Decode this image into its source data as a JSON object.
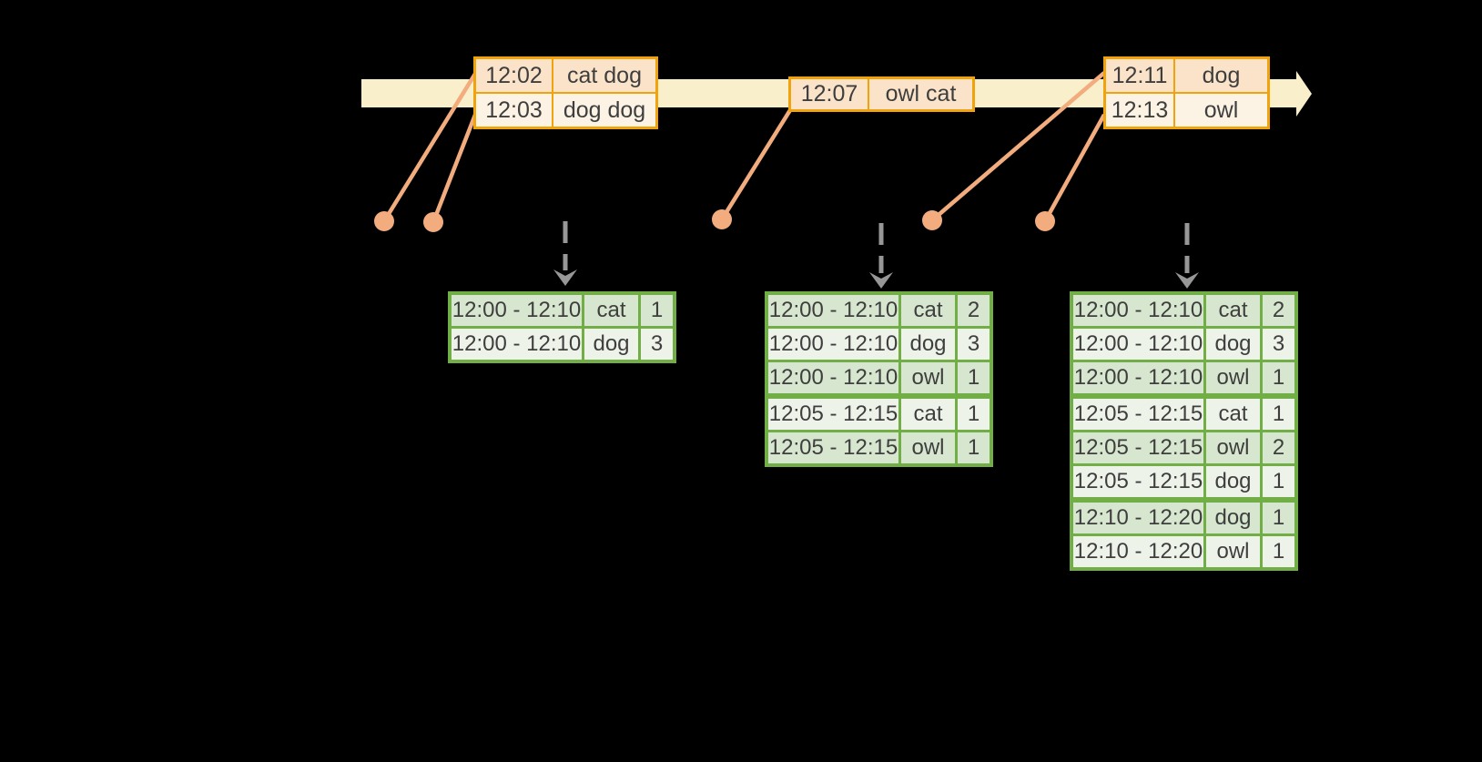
{
  "colors": {
    "background": "#000000",
    "timeline_fill": "#faefcb",
    "event_border": "#f0a30a",
    "event_row_dark": "#fae3c8",
    "event_row_light": "#fcf3e5",
    "connector": "#f2ac7d",
    "table_border": "#72ae46",
    "table_row_dark": "#d7e6ce",
    "table_row_light": "#eef3ea",
    "arrow_gray": "#979797",
    "text": "#3e3e3e"
  },
  "event_boxes": [
    {
      "rows": [
        {
          "time": "12:02",
          "words": "cat dog"
        },
        {
          "time": "12:03",
          "words": "dog dog"
        }
      ]
    },
    {
      "rows": [
        {
          "time": "12:07",
          "words": "owl cat"
        }
      ]
    },
    {
      "rows": [
        {
          "time": "12:11",
          "words": "dog"
        },
        {
          "time": "12:13",
          "words": "owl"
        }
      ]
    }
  ],
  "result_tables": [
    {
      "rows": [
        {
          "window": "12:00 - 12:10",
          "word": "cat",
          "count": "1"
        },
        {
          "window": "12:00 - 12:10",
          "word": "dog",
          "count": "3"
        }
      ]
    },
    {
      "rows": [
        {
          "window": "12:00 - 12:10",
          "word": "cat",
          "count": "2"
        },
        {
          "window": "12:00 - 12:10",
          "word": "dog",
          "count": "3"
        },
        {
          "window": "12:00 - 12:10",
          "word": "owl",
          "count": "1"
        },
        {
          "window": "12:05 - 12:15",
          "word": "cat",
          "count": "1"
        },
        {
          "window": "12:05 - 12:15",
          "word": "owl",
          "count": "1"
        }
      ]
    },
    {
      "rows": [
        {
          "window": "12:00 - 12:10",
          "word": "cat",
          "count": "2"
        },
        {
          "window": "12:00 - 12:10",
          "word": "dog",
          "count": "3"
        },
        {
          "window": "12:00 - 12:10",
          "word": "owl",
          "count": "1"
        },
        {
          "window": "12:05 - 12:15",
          "word": "cat",
          "count": "1"
        },
        {
          "window": "12:05 - 12:15",
          "word": "owl",
          "count": "2"
        },
        {
          "window": "12:05 - 12:15",
          "word": "dog",
          "count": "1"
        },
        {
          "window": "12:10 - 12:20",
          "word": "dog",
          "count": "1"
        },
        {
          "window": "12:10 - 12:20",
          "word": "owl",
          "count": "1"
        }
      ]
    }
  ]
}
